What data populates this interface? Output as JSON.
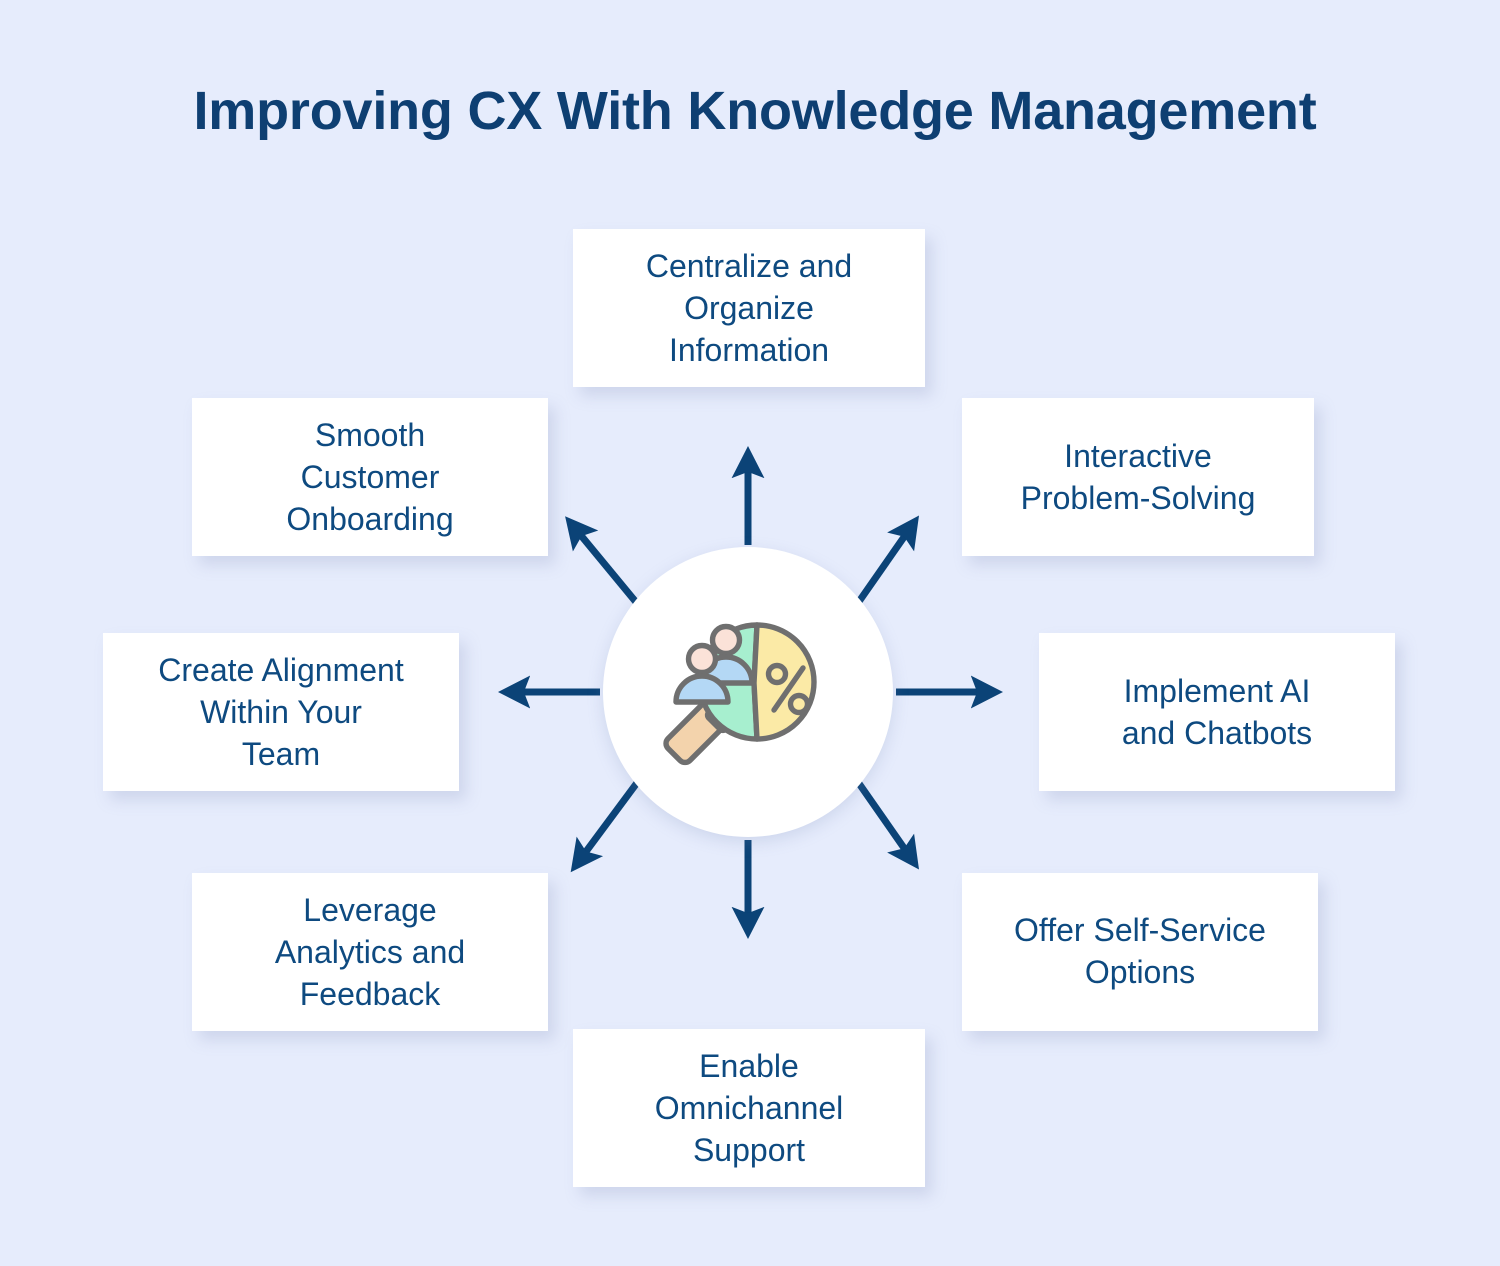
{
  "header": {
    "title": "Improving CX With Knowledge Management"
  },
  "theme": {
    "background": "#e6ecfc",
    "title_color": "#0e3f72",
    "card_background": "#ffffff",
    "card_text_color": "#0e4a80",
    "arrow_color": "#0b4377",
    "hub_background": "#ffffff",
    "icon_pie_left_color": "#a7efcf",
    "icon_pie_right_color": "#fbeaa6",
    "icon_person_head_color": "#fbe2d8",
    "icon_person_body_color": "#b4d8f5",
    "icon_handle_color": "#f3d3ac",
    "icon_ferrule_color": "#a9a5ad",
    "icon_outline_color": "#6f6f6f"
  },
  "center": {
    "icon_name": "magnifier-pie-chart-people-icon",
    "icon_label": "Knowledge management analytics"
  },
  "diagram": {
    "type": "radial-hub-and-spoke",
    "spoke_count": 8,
    "nodes": [
      {
        "id": "centralize",
        "position": "top",
        "label": "Centralize and\nOrganize\nInformation",
        "arrow_direction": "up"
      },
      {
        "id": "interactive",
        "position": "upper-right",
        "label": "Interactive\nProblem-Solving",
        "arrow_direction": "up-right"
      },
      {
        "id": "implement-ai",
        "position": "right",
        "label": "Implement AI\nand Chatbots",
        "arrow_direction": "right"
      },
      {
        "id": "self-service",
        "position": "lower-right",
        "label": "Offer Self-Service\nOptions",
        "arrow_direction": "down-right"
      },
      {
        "id": "omnichannel",
        "position": "bottom",
        "label": "Enable\nOmnichannel\nSupport",
        "arrow_direction": "down"
      },
      {
        "id": "analytics",
        "position": "lower-left",
        "label": "Leverage\nAnalytics and\nFeedback",
        "arrow_direction": "down-left"
      },
      {
        "id": "alignment",
        "position": "left",
        "label": "Create Alignment\nWithin Your\nTeam",
        "arrow_direction": "left"
      },
      {
        "id": "onboarding",
        "position": "upper-left",
        "label": "Smooth\nCustomer\nOnboarding",
        "arrow_direction": "up-left"
      }
    ]
  }
}
